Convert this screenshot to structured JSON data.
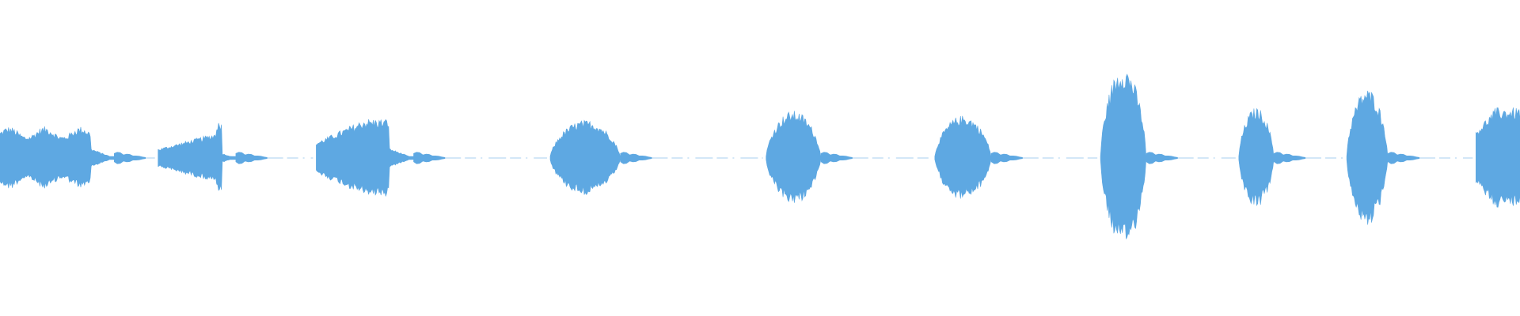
{
  "waveform": {
    "wave_color": "#5EA8E2",
    "background_color": "#FFFFFF",
    "silence_line": "dashed-faint",
    "segments": [
      {
        "name": "segment-1",
        "start": 0.0,
        "end": 0.075,
        "peak": 0.2
      },
      {
        "name": "segment-2",
        "start": 0.104,
        "end": 0.155,
        "peak": 0.23
      },
      {
        "name": "segment-3",
        "start": 0.208,
        "end": 0.272,
        "peak": 0.25
      },
      {
        "name": "segment-4",
        "start": 0.362,
        "end": 0.408,
        "peak": 0.24
      },
      {
        "name": "segment-5",
        "start": 0.504,
        "end": 0.54,
        "peak": 0.3
      },
      {
        "name": "segment-6",
        "start": 0.615,
        "end": 0.652,
        "peak": 0.27
      },
      {
        "name": "segment-7",
        "start": 0.724,
        "end": 0.754,
        "peak": 0.58
      },
      {
        "name": "segment-8",
        "start": 0.815,
        "end": 0.838,
        "peak": 0.32
      },
      {
        "name": "segment-9",
        "start": 0.886,
        "end": 0.913,
        "peak": 0.44
      },
      {
        "name": "segment-10",
        "start": 0.971,
        "end": 1.0,
        "peak": 0.32
      }
    ]
  }
}
